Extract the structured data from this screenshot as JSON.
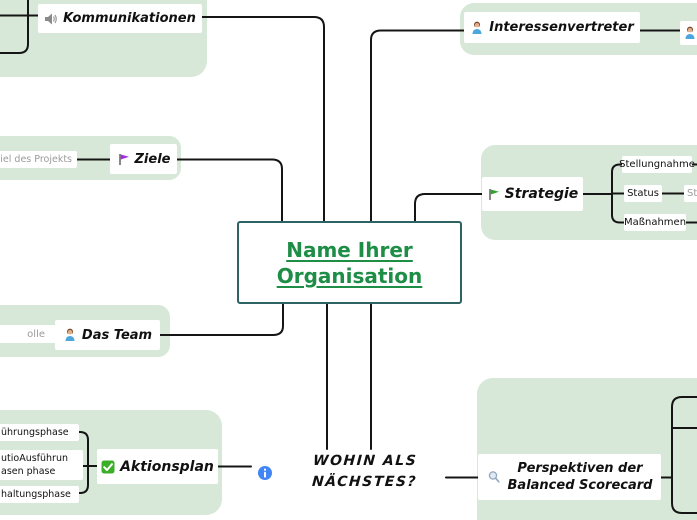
{
  "app": {
    "type": "mind-map canvas"
  },
  "colors": {
    "boundary_green": "#d7e7d8",
    "connector_black": "#151515",
    "center_border_teal": "#2e6363",
    "center_text_green": "#1e8e47",
    "placeholder_gray": "#9b9b9b",
    "info_blue": "#4285f4",
    "check_green": "#3dae2b",
    "flag_purple": "#a32ee0",
    "flag_green": "#2fa32e"
  },
  "center_topic": {
    "line1": "Name Ihrer",
    "line2": "Organisation"
  },
  "topics": {
    "kommunikationen": {
      "label": "Kommunikationen",
      "icon": "speaker-icon"
    },
    "interessenvertreter": {
      "label": "Interessenvertreter",
      "icon": "person-icon"
    },
    "interessenvertreter_child": {
      "icon": "person-icon"
    },
    "ziel_des_projekts": {
      "label": "Ziel des Projekts"
    },
    "ziele": {
      "label": "Ziele",
      "icon": "flag-purple-icon"
    },
    "strategie": {
      "label": "Strategie",
      "icon": "flag-green-icon"
    },
    "stellungnahme": {
      "label": "Stellungnahme"
    },
    "status": {
      "label": "Status"
    },
    "status_child_partial": {
      "label": "Sta"
    },
    "massnahmen": {
      "label": "Maßnahmen"
    },
    "rolle_partial": {
      "label": "olle"
    },
    "das_team": {
      "label": "Das Team",
      "icon": "person-icon"
    },
    "aktionsplan": {
      "label": "Aktionsplan",
      "icon": "check-icon"
    },
    "phase_partial_1": {
      "label": "ührungsphase"
    },
    "phase_partial_2": {
      "line1": "utioAusführun",
      "line2": "asen phase"
    },
    "phase_partial_3": {
      "label": "haltungsphase"
    },
    "wohin": {
      "line1": "WOHIN ALS",
      "line2": "NÄCHSTES?",
      "icon": "info-icon"
    },
    "perspektiven": {
      "line1": "Perspektiven der",
      "line2": "Balanced Scorecard",
      "icon": "magnifier-icon"
    }
  }
}
